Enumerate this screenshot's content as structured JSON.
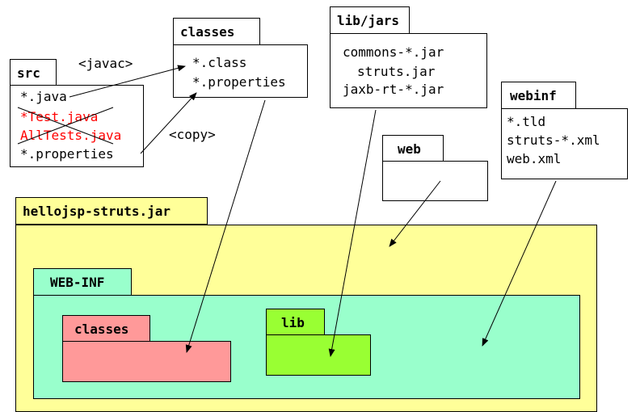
{
  "src": {
    "title": "src",
    "lines": [
      "*.java",
      "*Test.java",
      "AllTests.java",
      "*.properties"
    ]
  },
  "classes_src": {
    "title": "classes",
    "lines": [
      "*.class",
      "*.properties"
    ]
  },
  "libjars": {
    "title": "lib/jars",
    "lines": [
      "commons-*.jar",
      "struts.jar",
      "jaxb-rt-*.jar"
    ]
  },
  "webinf_src": {
    "title": "webinf",
    "lines": [
      "*.tld",
      "struts-*.xml",
      "web.xml"
    ]
  },
  "web": {
    "title": "web"
  },
  "jar": {
    "title": "hellojsp-struts.jar"
  },
  "webinf_dest": {
    "title": "WEB-INF"
  },
  "classes_dest": {
    "title": "classes"
  },
  "lib_dest": {
    "title": "lib"
  },
  "labels": {
    "javac": "<javac>",
    "copy": "<copy>"
  },
  "colors": {
    "jar": "#ffff99",
    "webinf": "#99ffcc",
    "classes": "#ff9999",
    "lib": "#99ff33",
    "excluded_text": "#ff0000"
  }
}
